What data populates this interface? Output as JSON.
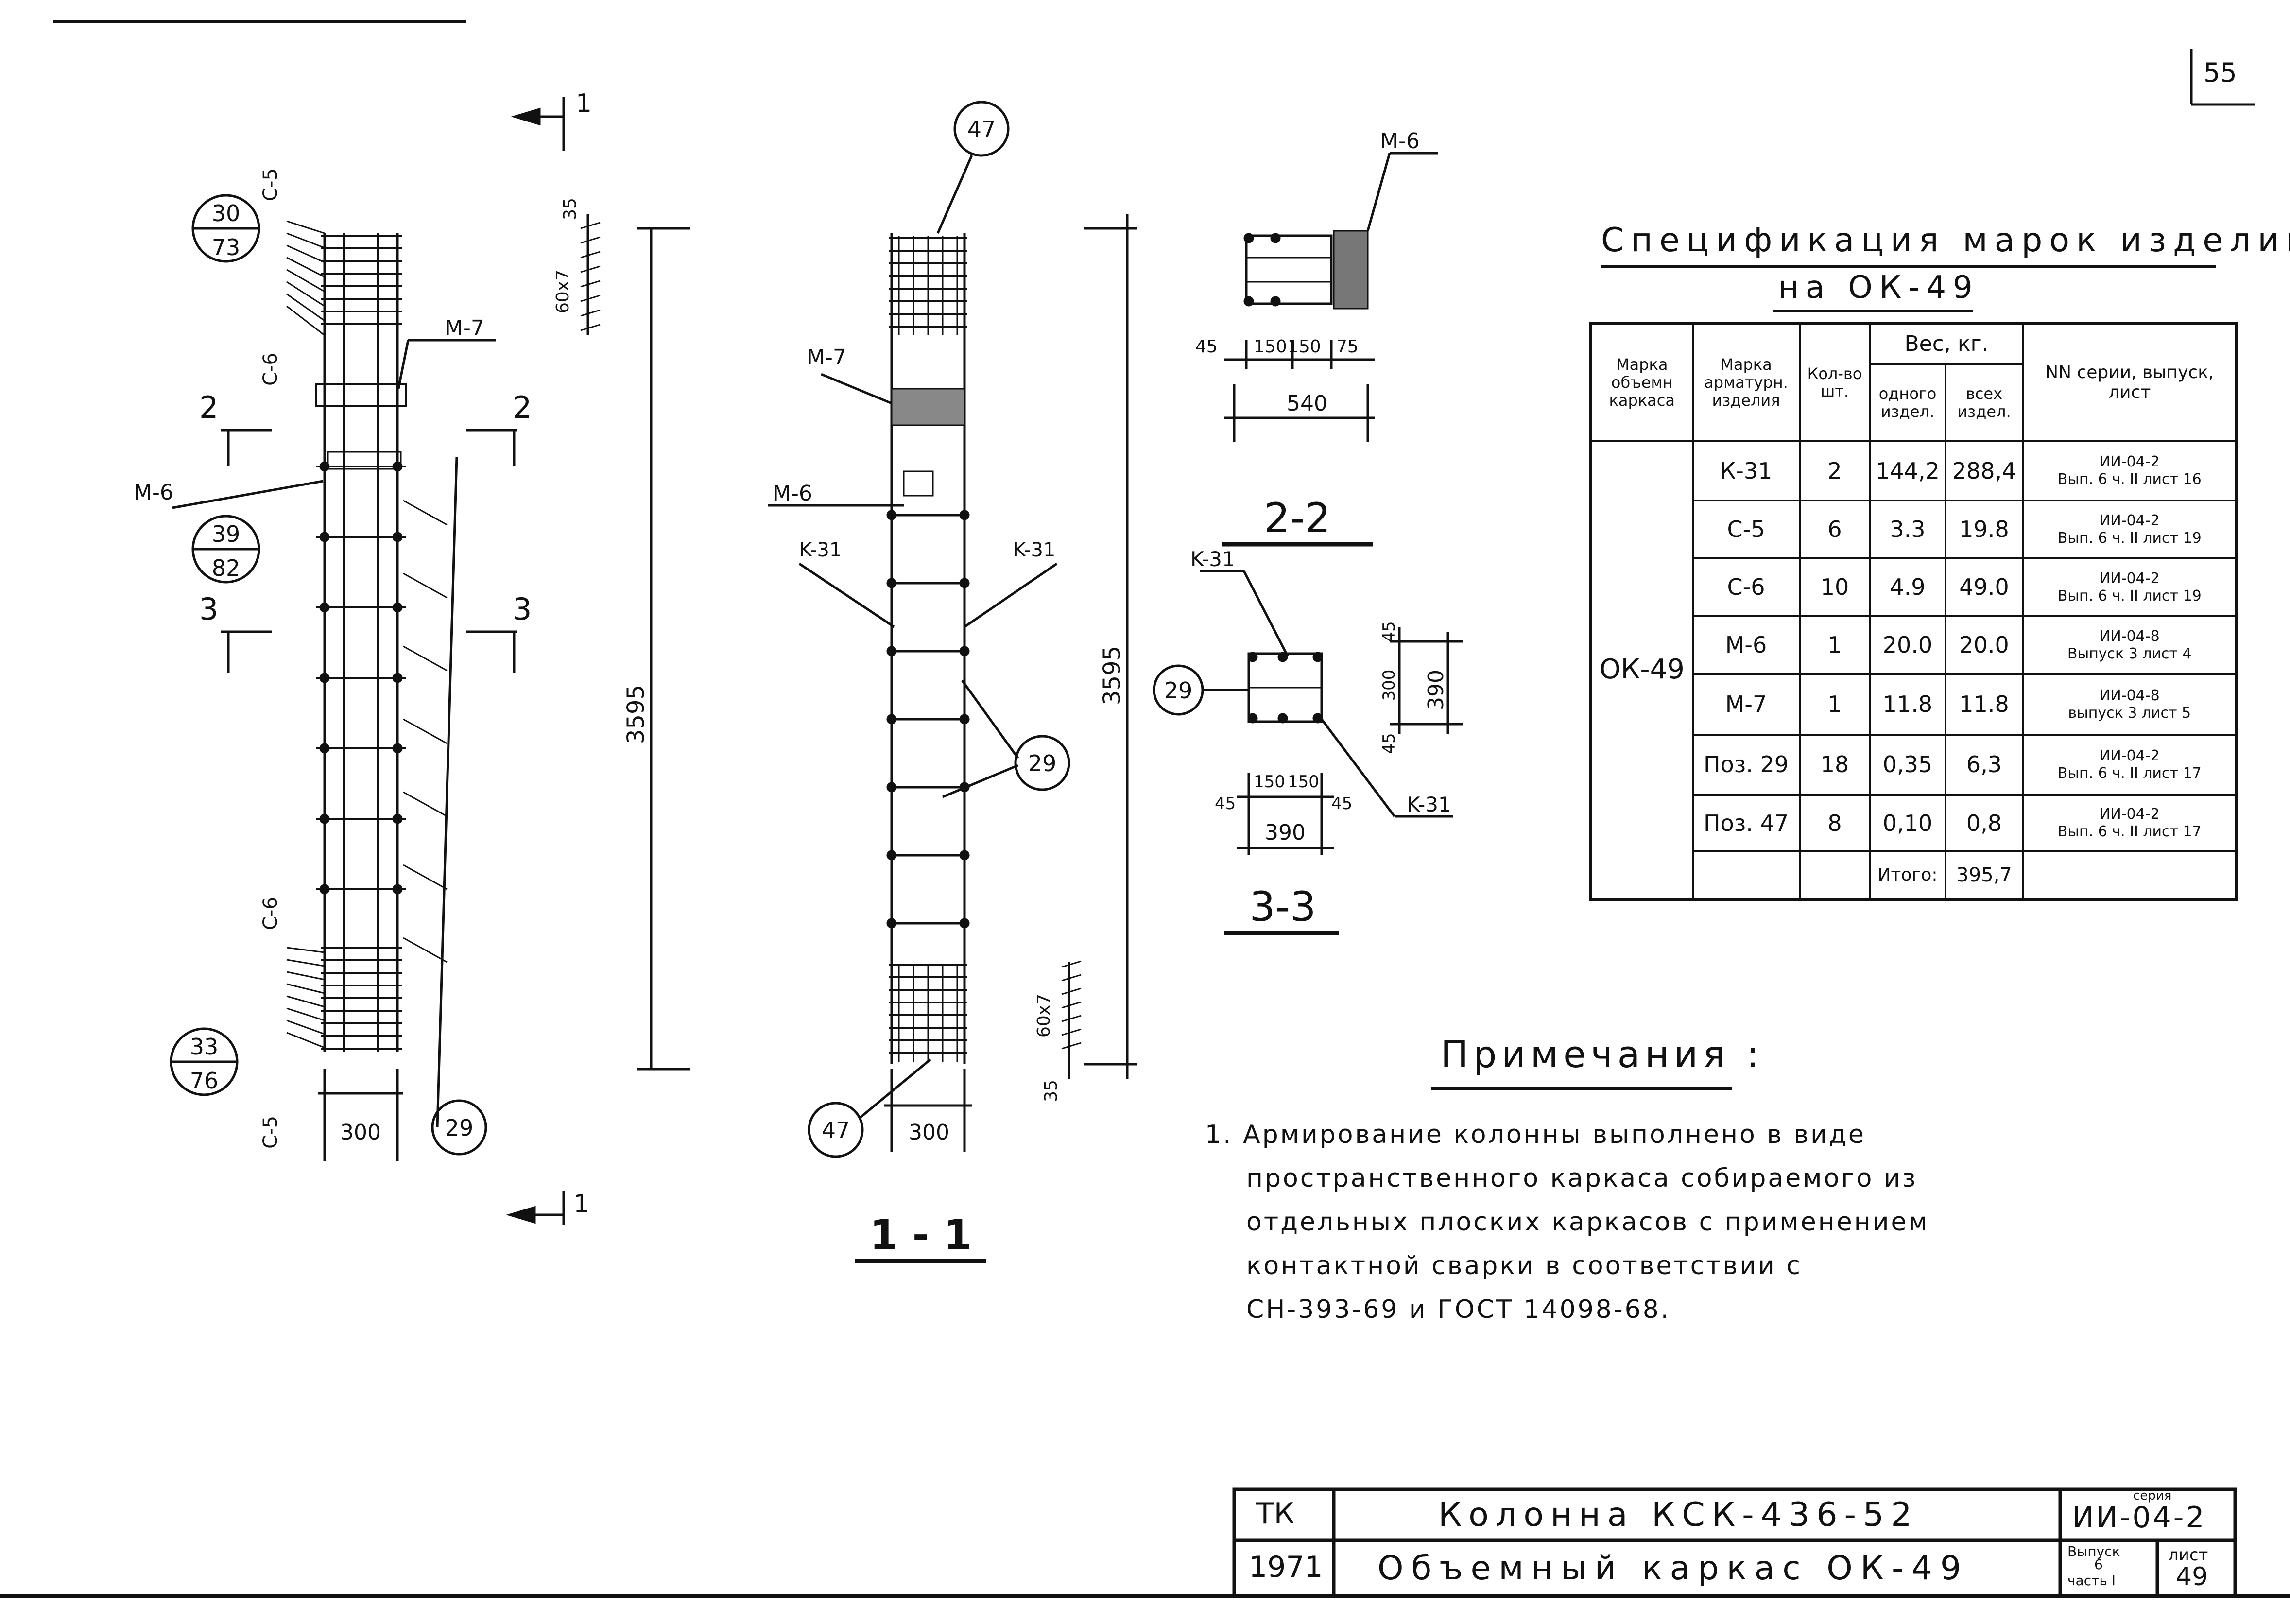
{
  "sheet_number": "55",
  "drawing": {
    "side_view": {
      "labels": {
        "c5_top": "C-5",
        "c6_top": "C-6",
        "c6_bottom": "C-6",
        "c5_bottom": "C-5",
        "m7": "M-7",
        "m6": "M-6",
        "section_1": "1",
        "section_2": "2",
        "section_3": "3",
        "dim_height": "3595",
        "dim_width": "300",
        "dim_pitch": "60x7",
        "dim_35": "35"
      },
      "bubbles": {
        "b1": {
          "top": "30",
          "bottom": "73"
        },
        "b2": {
          "top": "39",
          "bottom": "82"
        },
        "b3": {
          "top": "33",
          "bottom": "76"
        },
        "b4": "29"
      }
    },
    "section_1_1": {
      "title": "1 - 1",
      "labels": {
        "m7": "M-7",
        "m6": "M-6",
        "k31_left": "K-31",
        "k31_right": "K-31",
        "dim_height": "3595",
        "dim_width": "300",
        "dim_pitch": "60x7",
        "dim_35": "35"
      },
      "bubbles": {
        "top": "47",
        "bottom": "47",
        "mid": "29"
      }
    },
    "section_2_2": {
      "title": "2-2",
      "labels": {
        "m6": "M-6",
        "d45": "45",
        "d150a": "150",
        "d150b": "150",
        "d75": "75",
        "d540": "540"
      }
    },
    "section_3_3": {
      "title": "3-3",
      "labels": {
        "k31_top": "K-31",
        "k31_bottom": "K-31",
        "d45l": "45",
        "d150a": "150",
        "d150b": "150",
        "d45r": "45",
        "d390w": "390",
        "d45t": "45",
        "d300": "300",
        "d45b": "45",
        "d390h": "390"
      },
      "bubble": "29"
    }
  },
  "spec": {
    "title": "Спецификация марок изделий",
    "subtitle": "на ОК-49",
    "headers": {
      "mark_frame": "Марка объемн каркаса",
      "mark_item": "Марка арматурн. изделия",
      "qty": "Кол-во шт.",
      "weight": "Вес, кг.",
      "weight_one": "одного издел.",
      "weight_all": "всех издел.",
      "series": "NN серии, выпуск, лист"
    },
    "frame_mark": "ОК-49",
    "rows": [
      {
        "item": "К-31",
        "qty": "2",
        "w1": "144,2",
        "wall": "288,4",
        "ref1": "ИИ-04-2",
        "ref2": "Вып. 6 ч. II лист 16"
      },
      {
        "item": "С-5",
        "qty": "6",
        "w1": "3.3",
        "wall": "19.8",
        "ref1": "ИИ-04-2",
        "ref2": "Вып. 6 ч. II лист 19"
      },
      {
        "item": "С-6",
        "qty": "10",
        "w1": "4.9",
        "wall": "49.0",
        "ref1": "ИИ-04-2",
        "ref2": "Вып. 6 ч. II лист 19"
      },
      {
        "item": "М-6",
        "qty": "1",
        "w1": "20.0",
        "wall": "20.0",
        "ref1": "ИИ-04-8",
        "ref2": "Выпуск 3 лист 4"
      },
      {
        "item": "М-7",
        "qty": "1",
        "w1": "11.8",
        "wall": "11.8",
        "ref1": "ИИ-04-8",
        "ref2": "выпуск 3 лист 5"
      },
      {
        "item": "Поз. 29",
        "qty": "18",
        "w1": "0,35",
        "wall": "6,3",
        "ref1": "ИИ-04-2",
        "ref2": "Вып. 6 ч. II лист 17"
      },
      {
        "item": "Поз. 47",
        "qty": "8",
        "w1": "0,10",
        "wall": "0,8",
        "ref1": "ИИ-04-2",
        "ref2": "Вып. 6 ч. II лист 17"
      }
    ],
    "total_label": "Итого:",
    "total_value": "395,7"
  },
  "notes": {
    "title": "Примечания :",
    "lines": [
      "1. Армирование колонны выполнено в виде",
      "пространственного каркаса собираемого из",
      "отдельных плоских каркасов с применением",
      "контактной сварки в соответствии с",
      "СН-393-69 и ГОСТ 14098-68."
    ]
  },
  "title_block": {
    "org": "ТК",
    "year": "1971",
    "name1": "Колонна КСК-436-52",
    "name2": "Объемный каркас ОК-49",
    "series_label": "серия",
    "series": "ИИ-04-2",
    "issue_label": "Выпуск",
    "issue": "6",
    "part": "часть I",
    "sheet_label": "лист",
    "sheet": "49"
  }
}
